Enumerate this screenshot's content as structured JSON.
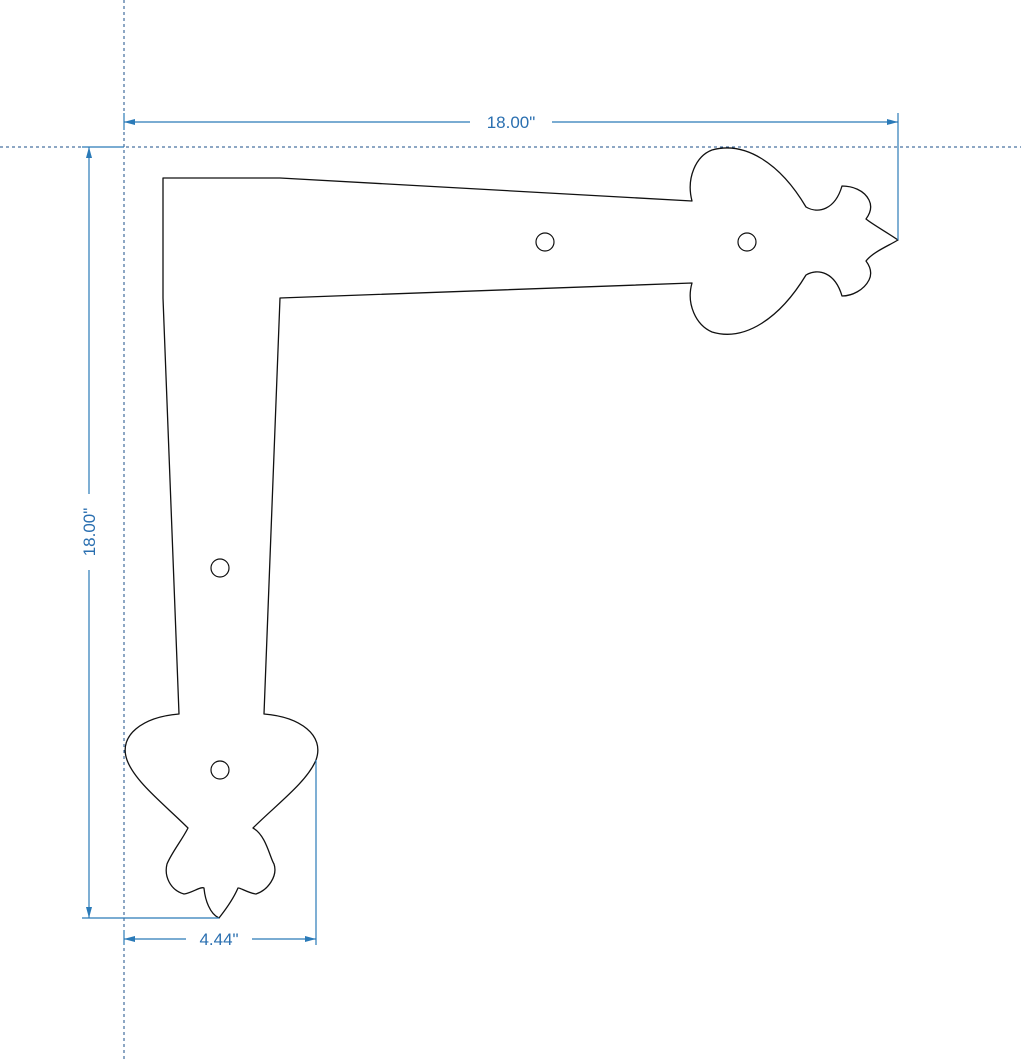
{
  "dimensions": {
    "top_width": "18.00\"",
    "left_height": "18.00\"",
    "bottom_width": "4.44\""
  },
  "colors": {
    "dimension": "#2a7ab8",
    "guide": "#1b4f8a",
    "outline": "#111111"
  }
}
